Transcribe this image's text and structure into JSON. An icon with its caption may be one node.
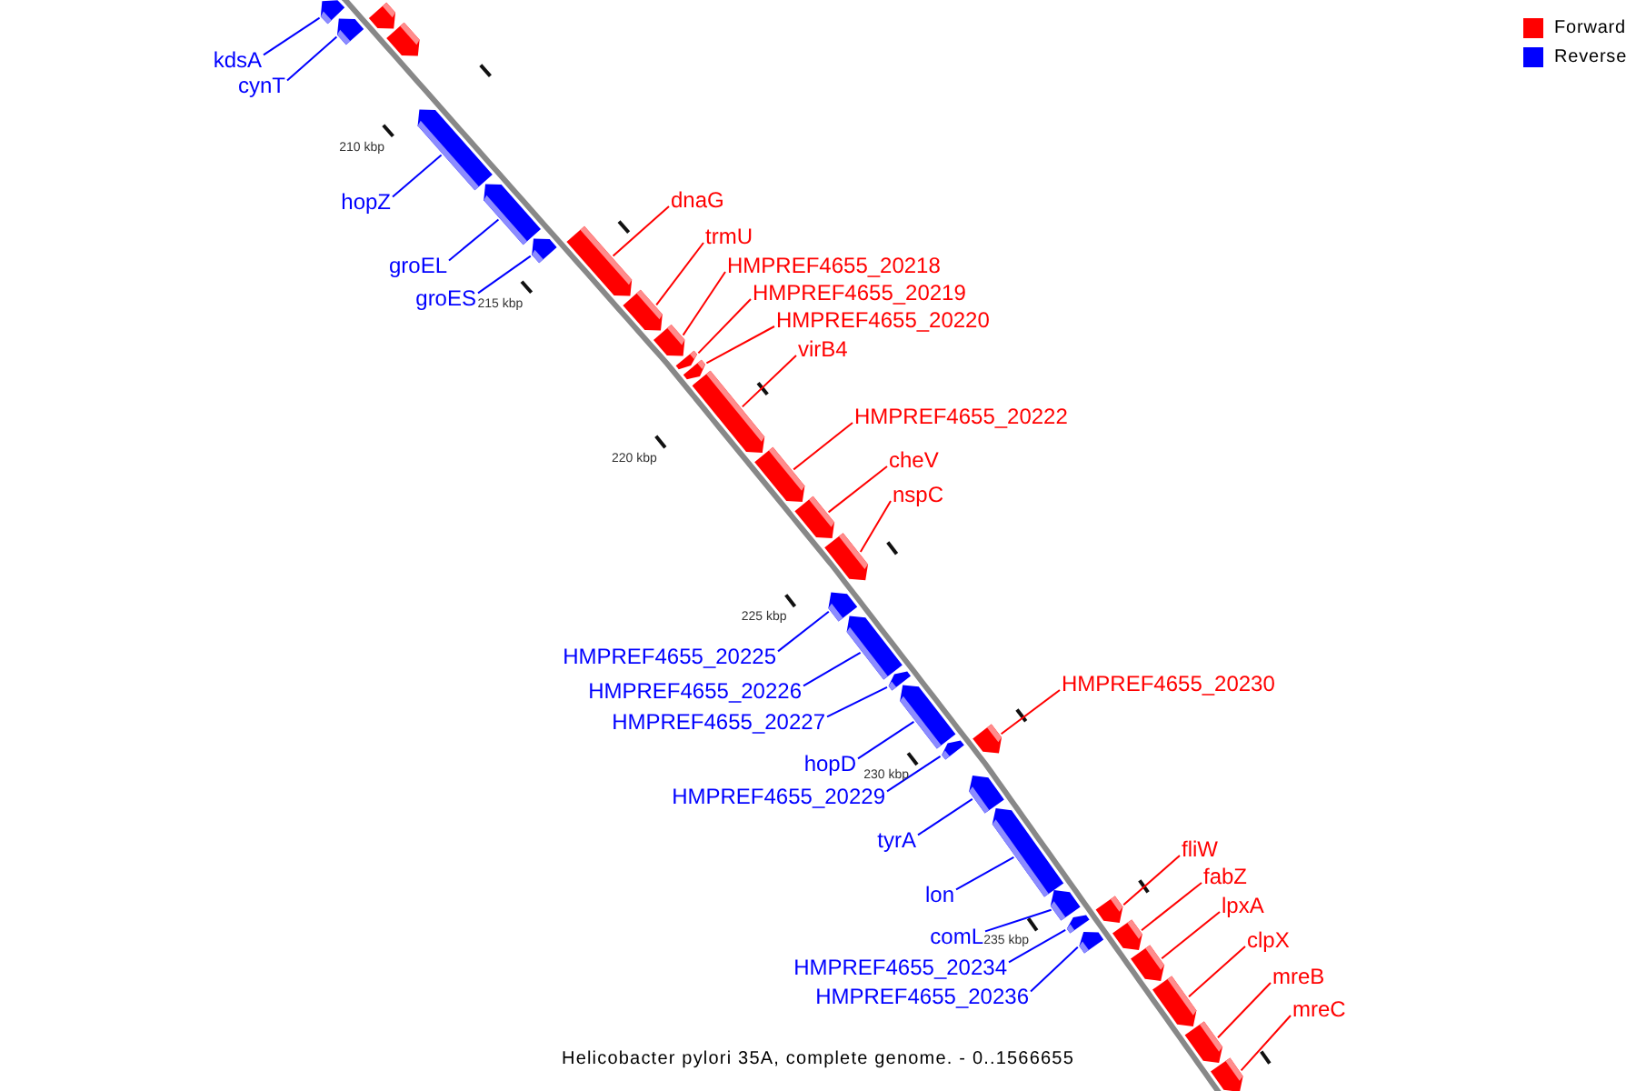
{
  "diagram": {
    "caption": "Helicobacter pylori 35A, complete genome. - 0..1566655",
    "nodes": [
      {
        "text": [
          "kdsA"
        ]
      },
      {
        "text": [],
        "shape": "bar"
      },
      {
        "text": [],
        "shape": "bar"
      },
      {
        "text": [
          "cynT"
        ]
      },
      {
        "text": [],
        "shape": "bar"
      },
      {
        "text": [],
        "shape": "bar"
      },
      {
        "text": [
          "hopZ"
        ]
      },
      {
        "text": [],
        "shape": "bar"
      },
      {
        "text": [
          "groEL"
        ]
      },
      {
        "text": [],
        "shape": "bar"
      },
      {
        "text": [
          "groES"
        ]
      },
      {
        "text": [],
        "shape": "bar"
      },
      {
        "text": [
          "dnaG"
        ]
      },
      {
        "text": [],
        "shape": "bar"
      },
      {
        "text": [
          "trmU"
        ]
      },
      {
        "text": [],
        "shape": "bar"
      },
      {
        "text": [
          "HMPREF4655_20218"
        ]
      },
      {
        "text": [],
        "shape": "bar"
      },
      {
        "text": [
          "HMPREF4655_20219"
        ]
      },
      {
        "text": [],
        "shape": "bar"
      },
      {
        "text": [
          "HMPREF4655_20220"
        ]
      },
      {
        "text": [],
        "shape": "bar"
      },
      {
        "text": [
          "virB4"
        ]
      },
      {
        "text": [],
        "shape": "bar"
      },
      {
        "text": [
          "HMPREF4655_20222"
        ]
      },
      {
        "text": [],
        "shape": "bar"
      },
      {
        "text": [
          "cheV"
        ]
      },
      {
        "text": [],
        "shape": "bar"
      },
      {
        "text": [
          "nspC"
        ]
      },
      {
        "text": [],
        "shape": "bar"
      },
      {
        "text": [
          "HMPREF4655_20225"
        ]
      },
      {
        "text": [],
        "shape": "bar"
      },
      {
        "text": [
          "HMPREF4655_20226"
        ]
      },
      {
        "text": [],
        "shape": "bar"
      },
      {
        "text": [
          "HMPREF4655_20227"
        ]
      },
      {
        "text": [],
        "shape": "bar"
      },
      {
        "text": [
          "hopD"
        ]
      },
      {
        "text": [],
        "shape": "bar"
      },
      {
        "text": [
          "HMPREF4655_20230"
        ]
      },
      {
        "text": [],
        "shape": "bar"
      },
      {
        "text": [
          "HMPREF4655_20229"
        ]
      },
      {
        "text": [],
        "shape": "bar"
      },
      {
        "text": [
          "tyrA"
        ]
      },
      {
        "text": [],
        "shape": "bar"
      },
      {
        "text": [
          "lon"
        ]
      },
      {
        "text": [],
        "shape": "bar"
      },
      {
        "text": [
          "comL"
        ]
      },
      {
        "text": [],
        "shape": "bar"
      },
      {
        "text": [
          "fliW"
        ]
      },
      {
        "text": [],
        "shape": "bar"
      },
      {
        "text": [
          "HMPREF4655_20234"
        ]
      },
      {
        "text": [],
        "shape": "bar"
      },
      {
        "text": [
          "fabZ"
        ]
      },
      {
        "text": [],
        "shape": "bar"
      },
      {
        "text": [
          "HMPREF4655_20236"
        ]
      },
      {
        "text": [],
        "shape": "bar"
      },
      {
        "text": [
          "lpxA"
        ]
      },
      {
        "text": [],
        "shape": "bar"
      },
      {
        "text": [
          "clpX"
        ]
      },
      {
        "text": [],
        "shape": "bar"
      },
      {
        "text": [
          "mreB"
        ]
      },
      {
        "text": [],
        "shape": "bar"
      },
      {
        "text": [
          "mreC"
        ]
      },
      {
        "text": [],
        "shape": "bar"
      }
    ],
    "edges": [
      {
        "from": 0,
        "to": 1,
        "arrow": "none",
        "color": "#0000ff"
      },
      {
        "from": 3,
        "to": 4,
        "arrow": "none",
        "color": "#0000ff"
      },
      {
        "from": 6,
        "to": 7,
        "arrow": "none",
        "color": "#0000ff"
      },
      {
        "from": 8,
        "to": 9,
        "arrow": "none",
        "color": "#0000ff"
      },
      {
        "from": 10,
        "to": 11,
        "arrow": "none",
        "color": "#0000ff"
      },
      {
        "from": 12,
        "to": 13,
        "arrow": "none"
      },
      {
        "from": 14,
        "to": 15,
        "arrow": "none"
      },
      {
        "from": 16,
        "to": 17,
        "arrow": "none"
      },
      {
        "from": 18,
        "to": 19,
        "arrow": "none"
      },
      {
        "from": 20,
        "to": 21,
        "arrow": "none"
      },
      {
        "from": 22,
        "to": 23,
        "arrow": "none"
      },
      {
        "from": 24,
        "to": 25,
        "arrow": "none"
      },
      {
        "from": 26,
        "to": 27,
        "arrow": "none"
      },
      {
        "from": 28,
        "to": 29,
        "arrow": "none"
      },
      {
        "from": 30,
        "to": 31,
        "arrow": "none",
        "color": "#0000ff"
      },
      {
        "from": 32,
        "to": 33,
        "arrow": "none",
        "color": "#0000ff"
      },
      {
        "from": 34,
        "to": 35,
        "arrow": "none",
        "color": "#0000ff"
      },
      {
        "from": 36,
        "to": 37,
        "arrow": "none",
        "color": "#0000ff"
      },
      {
        "from": 38,
        "to": 39,
        "arrow": "none"
      },
      {
        "from": 40,
        "to": 41,
        "arrow": "none",
        "color": "#0000ff"
      },
      {
        "from": 42,
        "to": 43,
        "arrow": "none",
        "color": "#0000ff"
      },
      {
        "from": 44,
        "to": 45,
        "arrow": "none",
        "color": "#0000ff"
      },
      {
        "from": 46,
        "to": 47,
        "arrow": "none",
        "color": "#0000ff"
      },
      {
        "from": 48,
        "to": 49,
        "arrow": "none"
      },
      {
        "from": 50,
        "to": 51,
        "arrow": "none",
        "color": "#0000ff"
      },
      {
        "from": 52,
        "to": 53,
        "arrow": "none"
      },
      {
        "from": 54,
        "to": 55,
        "arrow": "none",
        "color": "#0000ff"
      },
      {
        "from": 56,
        "to": 57,
        "arrow": "none"
      },
      {
        "from": 58,
        "to": 59,
        "arrow": "none"
      },
      {
        "from": 60,
        "to": 61,
        "arrow": "none"
      },
      {
        "from": 62,
        "to": 63,
        "arrow": "none"
      }
    ],
    "labels": [
      "210 kbp",
      "215 kbp",
      "220 kbp",
      "225 kbp",
      "230 kbp",
      "235 kbp"
    ],
    "legend": [
      {
        "text": "Forward",
        "color": "#ff0000"
      },
      {
        "text": "Reverse",
        "color": "#0000ff"
      }
    ]
  }
}
